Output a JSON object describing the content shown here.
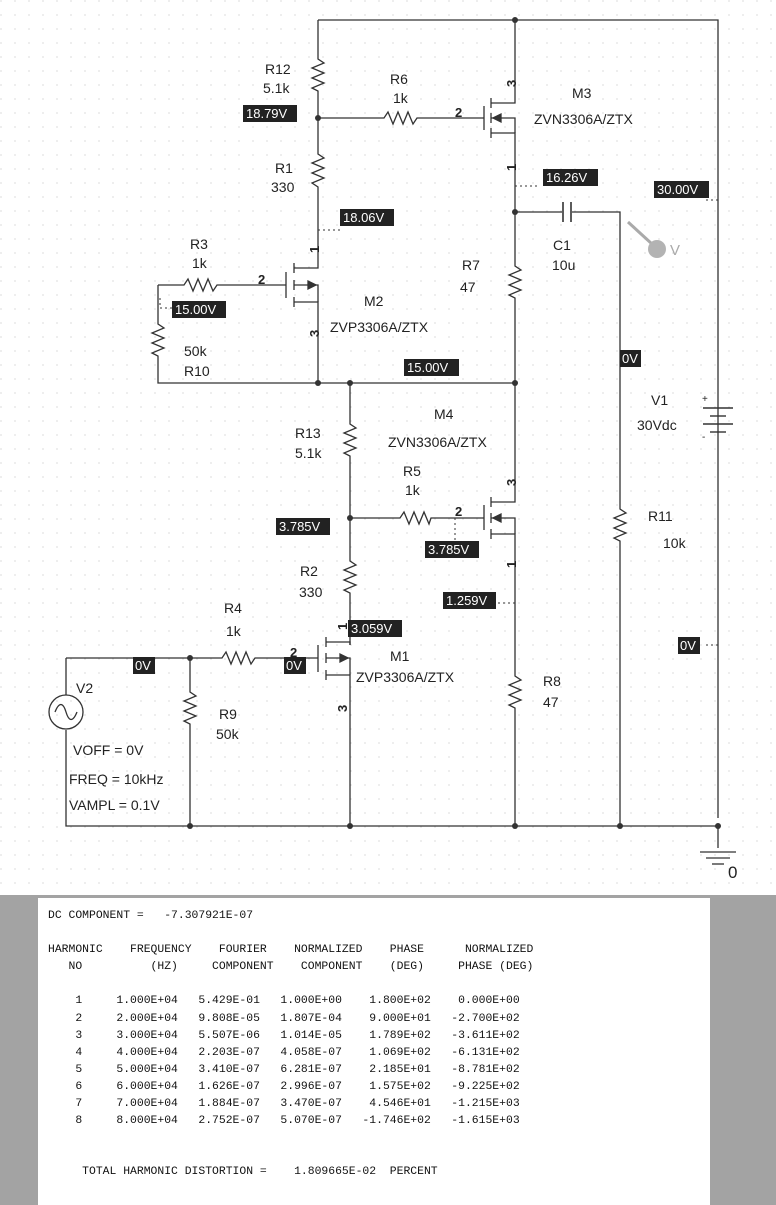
{
  "components": {
    "R12": {
      "ref": "R12",
      "value": "5.1k"
    },
    "R6": {
      "ref": "R6",
      "value": "1k"
    },
    "R1": {
      "ref": "R1",
      "value": "330"
    },
    "R3": {
      "ref": "R3",
      "value": "1k"
    },
    "R10": {
      "ref": "R10",
      "value": "50k"
    },
    "R7": {
      "ref": "R7",
      "value": "47"
    },
    "R13": {
      "ref": "R13",
      "value": "5.1k"
    },
    "R5": {
      "ref": "R5",
      "value": "1k"
    },
    "R2": {
      "ref": "R2",
      "value": "330"
    },
    "R4": {
      "ref": "R4",
      "value": "1k"
    },
    "R9": {
      "ref": "R9",
      "value": "50k"
    },
    "R8": {
      "ref": "R8",
      "value": "47"
    },
    "R11": {
      "ref": "R11",
      "value": "10k"
    },
    "C1": {
      "ref": "C1",
      "value": "10u"
    },
    "M1": {
      "ref": "M1",
      "model": "ZVP3306A/ZTX"
    },
    "M2": {
      "ref": "M2",
      "model": "ZVP3306A/ZTX"
    },
    "M3": {
      "ref": "M3",
      "model": "ZVN3306A/ZTX"
    },
    "M4": {
      "ref": "M4",
      "model": "ZVN3306A/ZTX"
    },
    "V1": {
      "ref": "V1",
      "value": "30Vdc"
    },
    "V2": {
      "ref": "V2",
      "voff": "VOFF = 0V",
      "freq": "FREQ = 10kHz",
      "vampl": "VAMPL = 0.1V"
    },
    "ground": {
      "label": "0"
    },
    "probe": {
      "label": "V"
    }
  },
  "pins": {
    "one": "1",
    "two": "2",
    "three": "3"
  },
  "node_voltages": {
    "v1879": "18.79V",
    "v1806": "18.06V",
    "v1500a": "15.00V",
    "v1500b": "15.00V",
    "v1626": "16.26V",
    "v3000": "30.00V",
    "v0c1": "0V",
    "v0out": "0V",
    "v3785a": "3.785V",
    "v3785b": "3.785V",
    "v1259": "1.259V",
    "v3059": "3.059V",
    "v0in": "0V",
    "v0gate": "0V"
  },
  "fourier": {
    "dc_line": "DC COMPONENT =   -7.307921E-07",
    "header_line1": "HARMONIC    FREQUENCY    FOURIER    NORMALIZED    PHASE      NORMALIZED",
    "header_line2": "   NO          (HZ)     COMPONENT    COMPONENT    (DEG)     PHASE (DEG)",
    "rows": [
      "    1     1.000E+04   5.429E-01   1.000E+00    1.800E+02    0.000E+00",
      "    2     2.000E+04   9.808E-05   1.807E-04    9.000E+01   -2.700E+02",
      "    3     3.000E+04   5.507E-06   1.014E-05    1.789E+02   -3.611E+02",
      "    4     4.000E+04   2.203E-07   4.058E-07    1.069E+02   -6.131E+02",
      "    5     5.000E+04   3.410E-07   6.281E-07    2.185E+01   -8.781E+02",
      "    6     6.000E+04   1.626E-07   2.996E-07    1.575E+02   -9.225E+02",
      "    7     7.000E+04   1.884E-07   3.470E-07    4.546E+01   -1.215E+03",
      "    8     8.000E+04   2.752E-07   5.070E-07   -1.746E+02   -1.615E+03"
    ],
    "thd_line": "     TOTAL HARMONIC DISTORTION =    1.809665E-02  PERCENT"
  }
}
